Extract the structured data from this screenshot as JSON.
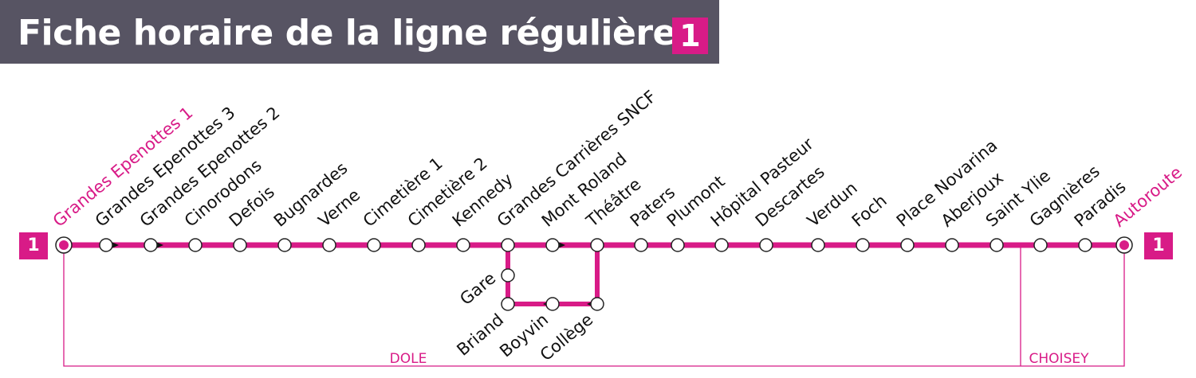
{
  "header": {
    "title": "Fiche horaire de la ligne régulière",
    "line_number": "1"
  },
  "line": {
    "number": "1",
    "color": "#d81b87",
    "main_stops": [
      {
        "name": "Grandes Epenottes 1",
        "terminus": true
      },
      {
        "name": "Grandes Epenottes 3"
      },
      {
        "name": "Grandes Epenottes 2"
      },
      {
        "name": "Cinorodons"
      },
      {
        "name": "Defois"
      },
      {
        "name": "Bugnardes"
      },
      {
        "name": "Verne"
      },
      {
        "name": "Cimetière 1"
      },
      {
        "name": "Cimetière 2"
      },
      {
        "name": "Kennedy"
      },
      {
        "name": "Grandes Carrières SNCF"
      },
      {
        "name": "Mont Roland"
      },
      {
        "name": "Théâtre"
      },
      {
        "name": "Paters"
      },
      {
        "name": "Plumont"
      },
      {
        "name": "Hôpital Pasteur"
      },
      {
        "name": "Descartes"
      },
      {
        "name": "Verdun"
      },
      {
        "name": "Foch"
      },
      {
        "name": "Place Novarina"
      },
      {
        "name": "Aberjoux"
      },
      {
        "name": "Saint Ylie"
      },
      {
        "name": "Gagnières"
      },
      {
        "name": "Paradis"
      },
      {
        "name": "Autoroute",
        "terminus": true
      }
    ],
    "branch_stops": [
      {
        "name": "Gare"
      },
      {
        "name": "Briand"
      },
      {
        "name": "Boyvin"
      },
      {
        "name": "Collège"
      }
    ],
    "zones": [
      {
        "name": "DOLE"
      },
      {
        "name": "CHOISEY"
      }
    ]
  }
}
